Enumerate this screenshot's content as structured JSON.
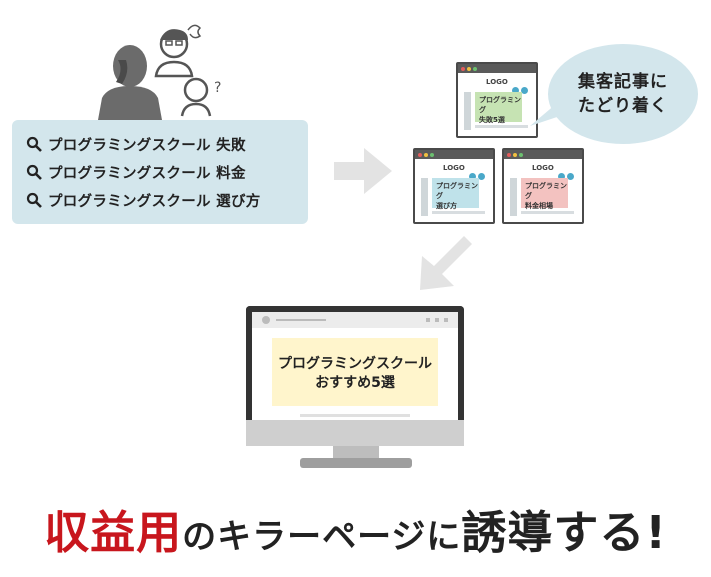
{
  "search_keywords": [
    "プログラミングスクール 失敗",
    "プログラミングスクール 料金",
    "プログラミングスクール 選び方"
  ],
  "bubble_lines": [
    "集客記事に",
    "たどり着く"
  ],
  "mini_pages": [
    {
      "logo": "LOGO",
      "title_lines": [
        "プログラミング",
        "失敗5選"
      ],
      "card_color": "#c6e3b3"
    },
    {
      "logo": "LOGO",
      "title_lines": [
        "プログラミング",
        "選び方"
      ],
      "card_color": "#bfe2ea"
    },
    {
      "logo": "LOGO",
      "title_lines": [
        "プログラミング",
        "料金相場"
      ],
      "card_color": "#f3c2c0"
    }
  ],
  "monitor_card_lines": [
    "プログラミングスクール",
    "おすすめ5選"
  ],
  "headline": {
    "part1": "収益用",
    "part2": "のキラーページ",
    "part3": "に",
    "part4": "誘導する!"
  },
  "colors": {
    "accent_red": "#c8161d",
    "light_blue": "#d3e6ec",
    "card_yellow": "#fff5cc"
  },
  "icons": [
    "worried-man-icon",
    "woman-with-glasses-icon",
    "confused-woman-icon",
    "magnifier-icon",
    "arrow-right-icon",
    "arrow-down-left-icon",
    "monitor-icon"
  ]
}
